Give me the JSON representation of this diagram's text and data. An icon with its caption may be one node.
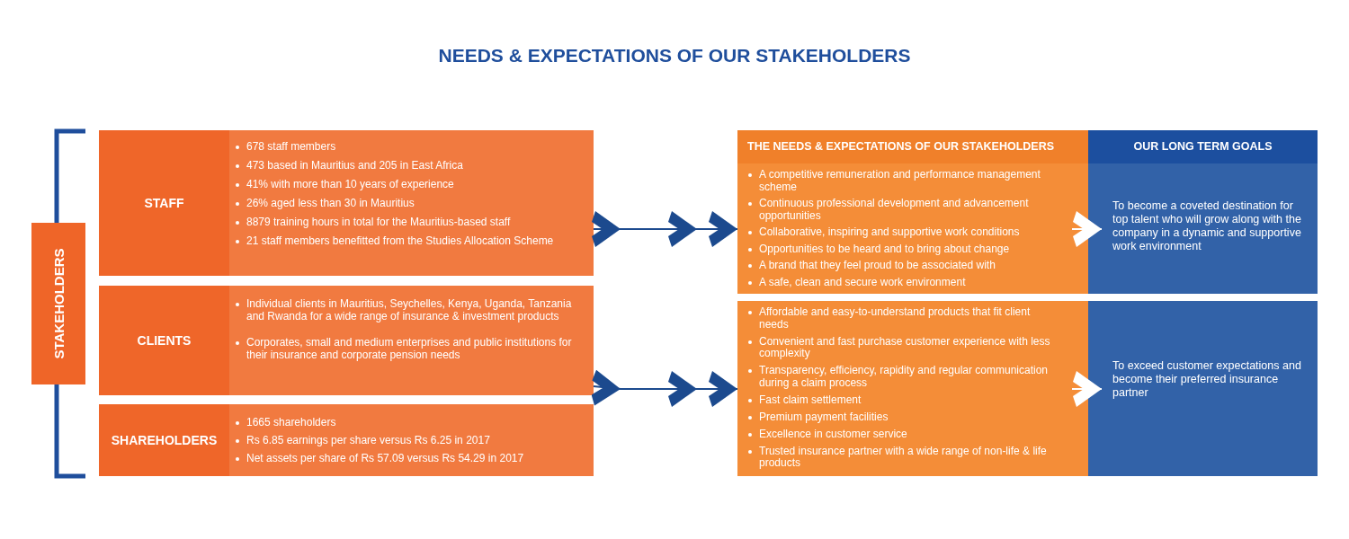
{
  "diagram": {
    "title": "NEEDS & EXPECTATIONS OF OUR STAKEHOLDERS",
    "nodes": [
      {
        "text": [
          "STAKEHOLDERS"
        ]
      },
      {
        "text": [
          "STAFF",
          "678 staff members",
          "473 based in Mauritius and 205 in East Africa",
          "41% with more than 10 years of experience",
          "26% aged less than 30 in Mauritius",
          "8879 training hours in total for the Mauritius-based staff",
          "21 staff members benefitted from the Studies Allocation Scheme"
        ]
      },
      {
        "text": [
          "CLIENTS",
          "Individual clients in Mauritius, Seychelles, Kenya, Uganda, Tanzania and Rwanda for a wide range of insurance & investment products",
          "Corporates, small and medium enterprises and public institutions for their insurance and corporate pension needs"
        ]
      },
      {
        "text": [
          "SHAREHOLDERS",
          "1665 shareholders",
          "Rs 6.85 earnings per share versus Rs 6.25 in 2017",
          "Net assets per share of Rs 57.09 versus Rs 54.29 in 2017"
        ]
      },
      {
        "text": [
          "THE NEEDS & EXPECTATIONS OF OUR STAKEHOLDERS"
        ]
      },
      {
        "text": [
          "OUR LONG TERM GOALS"
        ]
      },
      {
        "text": [
          "A competitive remuneration and performance management scheme",
          "Continuous professional development and advancement opportunities",
          "Collaborative, inspiring and supportive work conditions",
          "Opportunities to be heard and to bring about change",
          "A brand that they feel proud to be associated with",
          "A safe, clean and secure work environment"
        ]
      },
      {
        "text": [
          "To become a coveted destination for top talent who will grow along with the company in a dynamic and supportive work environment"
        ]
      },
      {
        "text": [
          "Affordable and easy-to-understand products that fit client needs",
          "Convenient and fast purchase customer experience with less complexity",
          "Transparency, efficiency, rapidity and regular communication during a claim process",
          "Fast claim settlement",
          "Premium payment facilities",
          "Excellence in customer service",
          "Trusted insurance partner with a wide range of non-life & life products"
        ]
      },
      {
        "text": [
          "To exceed customer expectations and become their preferred insurance partner"
        ]
      }
    ],
    "edges": [
      {
        "from": 1,
        "to": 6,
        "arrow": "to"
      },
      {
        "from": 2,
        "to": 8,
        "arrow": "to"
      },
      {
        "from": 6,
        "to": 7,
        "arrow": "to",
        "color": "#ffffff"
      },
      {
        "from": 8,
        "to": 9,
        "arrow": "to",
        "color": "#ffffff"
      }
    ]
  }
}
